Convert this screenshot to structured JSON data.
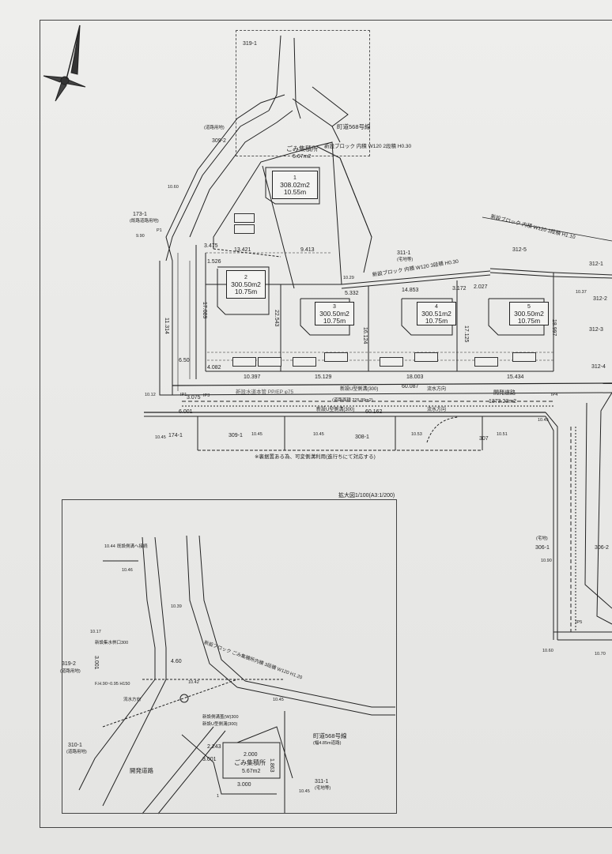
{
  "plan": {
    "parcels": {
      "p319_1": "319-1",
      "p309_2": "309-2",
      "p173_1": "173-1",
      "p173_1_note": "(既路道路用地)",
      "p311_1": "311-1",
      "p311_1_note": "(宅地等)",
      "p312_5": "312-5",
      "p312_1": "312-1",
      "p312_2": "312-2",
      "p312_3": "312-3",
      "p312_4": "312-4",
      "p174_1": "174-1",
      "p309_1": "309-1",
      "p308_1": "308-1",
      "p307": "307",
      "p306_1": "306-1",
      "p306_2": "306-2",
      "p309_2_note": "(道路用地)",
      "field": "(宅地)"
    },
    "lots": [
      {
        "num": "1",
        "area": "308.02m2",
        "frontage": "10.55m"
      },
      {
        "num": "2",
        "area": "300.50m2",
        "frontage": "10.75m"
      },
      {
        "num": "3",
        "area": "300.50m2",
        "frontage": "10.75m"
      },
      {
        "num": "4",
        "area": "300.51m2",
        "frontage": "10.75m"
      },
      {
        "num": "5",
        "area": "300.50m2",
        "frontage": "10.75m"
      }
    ],
    "labels": {
      "town_road": "町道568号線",
      "garbage": "ごみ集積所",
      "garbage_area": "5.67m2",
      "block_wall_1": "新設ブロック 内積 W120 2段積 H0.30",
      "block_wall_2": "新設ブロック 内積 W120 3段積 H0.30",
      "block_wall_3": "新設ブロック 内積 W120 3段積 H1.10",
      "water_pipe": "新設水道本管 PP/EP φ75",
      "side_ditch": "新設U型側溝(300)",
      "flow_dir": "流水方向",
      "dev_road": "開発道路",
      "dev_road_area": "1373.23m2",
      "road_area": "(道路面積 225.89m2)",
      "footnote": "※裏据置ある為、可変側溝利用(進行ちにて対応する)",
      "inset_title": "拡大図1/100(A3:1/200)"
    },
    "dims": {
      "d1": "13.421",
      "d2": "9.413",
      "d3": "14.853",
      "d4": "5.332",
      "d5": "3.172",
      "d6": "2.027",
      "d7": "10.397",
      "d8": "15.129",
      "d9": "18.003",
      "d10": "15.434",
      "d11": "3.475",
      "d12": "1.526",
      "d13": "22.543",
      "d14": "16.124",
      "d15": "17.125",
      "d16": "18.997",
      "d17": "11.314",
      "d18": "60.162",
      "d19": "60.087",
      "d20": "4.082",
      "d21": "6.50",
      "d22": "3.075",
      "d23": "6.001",
      "d24": "17.089"
    },
    "elevations": {
      "e1": "10.45",
      "e2": "10.45",
      "e3": "10.45",
      "e4": "10.53",
      "e5": "10.51",
      "e6": "10.45",
      "e7": "10.37",
      "e8": "9.90",
      "e9": "10.12",
      "e10": "10.60",
      "e11": "10.90",
      "e12": "10.70",
      "e13": "10.29",
      "e14": "10.60"
    },
    "markers": {
      "ip1": "IP1",
      "ip3": "IP3",
      "ip4": "IP4",
      "ip5": "IP5",
      "p1": "P1"
    },
    "inset": {
      "p319_2": "319-2",
      "p319_2_note": "(道路用地)",
      "p310_1": "310-1",
      "p310_1_note": "(道路用地)",
      "p311_1": "311-1",
      "p311_1_note": "(宅地等)",
      "town_road": "町道568号線",
      "town_road_note": "(幅4.85m道路)",
      "garbage": "ごみ集積所",
      "garbage_area": "5.67m2",
      "garbage_dim": "2.000",
      "garbage_w": "3.000",
      "dev_road": "開発道路",
      "wall_label": "新設ブロック ごみ集積所内積 3段積 W120 H1.20",
      "catch_basin": "新設集水桝口300",
      "ditch": "新設U型側溝(300)",
      "pipe": "新設側溝蓋(W)300",
      "flow": "流水方向",
      "dim_a": "4.60",
      "dim_b": "2.243",
      "dim_c": "3.001",
      "dim_d": "1.863",
      "dim_e": "3.001",
      "elev_a": "10.44",
      "elev_b": "10.39",
      "elev_c": "10.17",
      "elev_d": "10.45",
      "elev_e": "10.42",
      "elev_f": "10.45",
      "elev_g": "10.46",
      "note_top": "既設側溝へ接続",
      "fh": "F.H.90~0.95 H150",
      "num_1": "1"
    }
  },
  "colors": {
    "paper": "#e9e9e7",
    "ink": "#222222",
    "lot_fill": "#f4f4f2"
  },
  "icons": {
    "north_arrow": "compass-rose-icon"
  }
}
